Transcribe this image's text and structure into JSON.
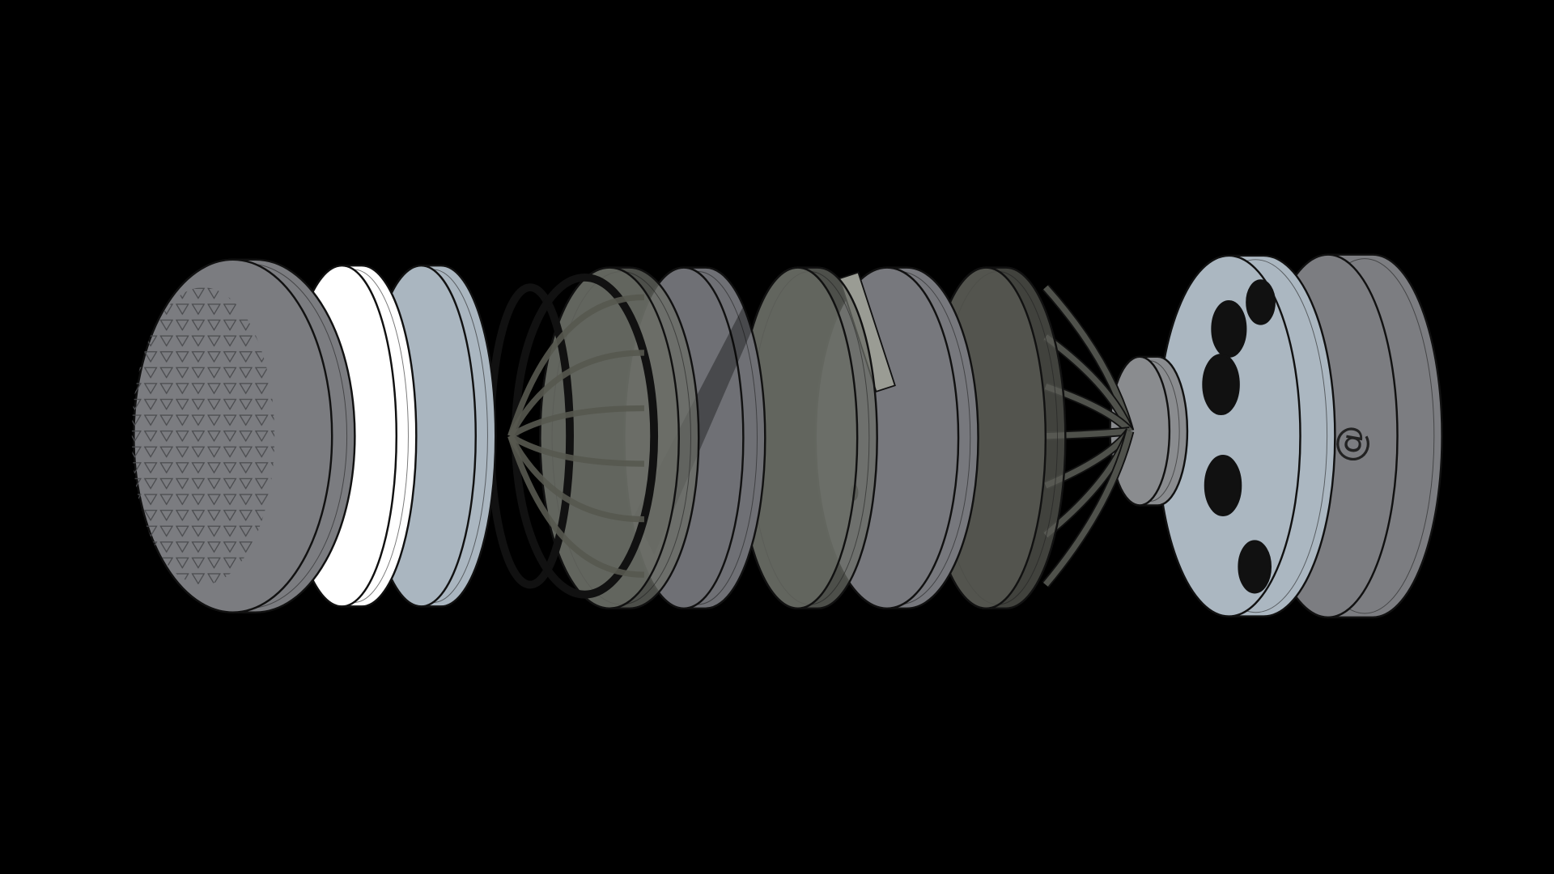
{
  "illustration": {
    "subject": "exploded-view",
    "background_color": "#000000",
    "outline_color": "#111111",
    "parts": [
      {
        "id": "mesh-cover",
        "color": "#7b7c80",
        "pattern": "triangle-mesh"
      },
      {
        "id": "white-filter",
        "color": "#ffffff"
      },
      {
        "id": "blue-filter",
        "color": "#aab6c0"
      },
      {
        "id": "front-cage",
        "color": "#56584f",
        "transparent": true
      },
      {
        "id": "clear-disc-1",
        "color": "#6b6d66",
        "transparent": true
      },
      {
        "id": "slotted-disc-1",
        "color": "#6f7075"
      },
      {
        "id": "clear-disc-2",
        "color": "#6b6d66",
        "transparent": true
      },
      {
        "id": "slotted-disc-2",
        "color": "#77787d"
      },
      {
        "id": "clear-dome",
        "color": "#5a5c54",
        "transparent": true
      },
      {
        "id": "spider-arms",
        "color": "#4f514b",
        "transparent": true
      },
      {
        "id": "hub",
        "color": "#8a8c8f"
      },
      {
        "id": "perforated-plate",
        "color": "#abb7c1",
        "holes": 5
      },
      {
        "id": "rear-housing",
        "color": "#7c7d81",
        "emblem": "swirl"
      }
    ]
  }
}
